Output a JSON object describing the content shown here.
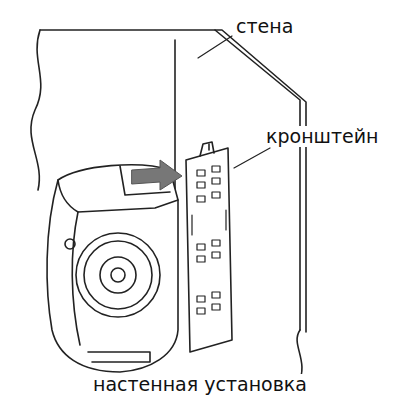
{
  "diagram": {
    "caption": "настенная установка",
    "labels": [
      "стена",
      "кронштейн"
    ]
  }
}
